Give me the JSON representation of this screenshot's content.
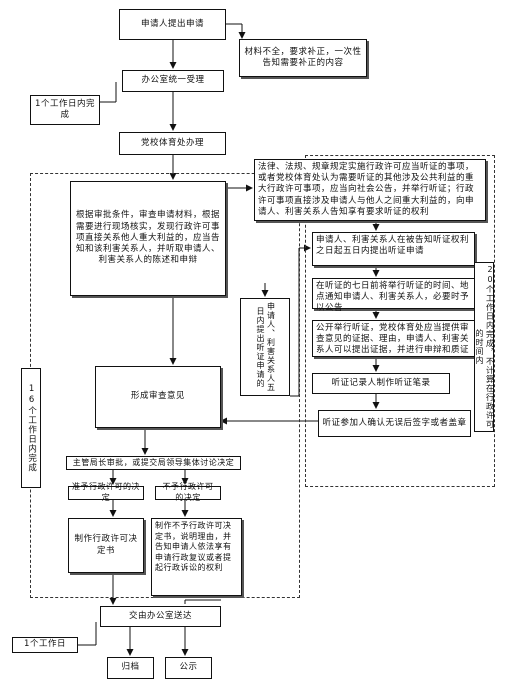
{
  "nodes": {
    "apply": "申请人提出申请",
    "incomplete": "材料不全，要求补正，一次性告知需要补正的内容",
    "accept": "办公室统一受理",
    "one_day_top": "1个工作日内完成",
    "sports_bureau": "党校体育处办理",
    "review": "根据审批条件，审查申请材料，根据需要进行现场核实，发现行政许可事项直接关系他人重大利益的，应当告知和该利害关系人，并听取申请人、利害关系人的陈述和申辩",
    "hearing_notice": "法律、法规、规章规定实施行政许可应当听证的事项，或者党校体育处认为需要听证的其他涉及公共利益的重大行政许可事项，应当向社会公告，并举行听证；行政许可事项直接涉及申请人与他人之间重大利益的，向申请人、利害关系人告知享有要求听证的权利",
    "party_request": "申请人、利害关系人在被告知听证权利之日起五日内提出听证申请",
    "party_request_side": "申请人、利害关系人五日内提出听证申请的",
    "notify_parties": "在听证的七日前将举行听证的时间、地点通知申请人、利害关系人，必要时予以公告",
    "hold_hearing": "公开举行听证，党校体育处应当提供审查意见的证据、理由，申请人、利害关系人可以提出证据，并进行申辩和质证",
    "record": "听证记录人制作听证笔录",
    "sign": "听证参加人确认无误后签字或者盖章",
    "opinion": "形成审查意见",
    "day16": "16个工作日内完成",
    "day20": "20个工作日内完成，不计算在行政许可的时间内",
    "leader": "主管局长审批，或提交局领导集体讨论决定",
    "grant": "准予行政许可的决定",
    "deny": "不予行政许可的决定",
    "make_decision": "制作行政许可决定书",
    "deny_decision": "制作不予行政许可决定书，说明理由，并告知申请人依法享有申请行政复议或者提起行政诉讼的权利",
    "deliver": "交由办公室送达",
    "one_day_bottom": "1个工作日",
    "archive": "归档",
    "publish": "公示"
  }
}
